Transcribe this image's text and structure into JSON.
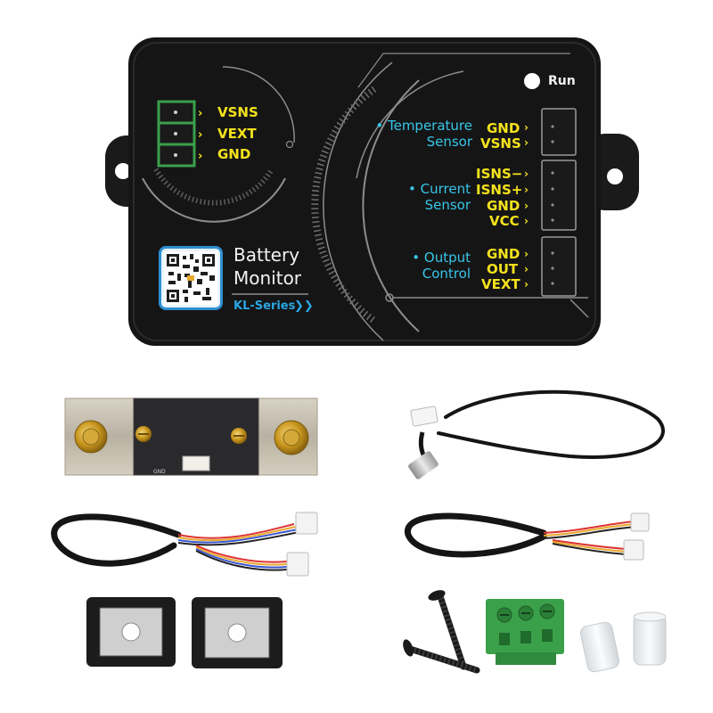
{
  "device": {
    "brand_line1": "Battery",
    "brand_line2": "Monitor",
    "series": "KL-Series",
    "series_arrows": "❯❯",
    "run_label": "Run"
  },
  "left_terminal": {
    "pins": [
      "VSNS",
      "VEXT",
      "GND"
    ]
  },
  "right_ports": {
    "temperature": {
      "name_line1": "• Temperature",
      "name_line2": "Sensor",
      "pins": [
        "GND",
        "VSNS"
      ]
    },
    "current": {
      "name_line1": "• Current",
      "name_line2": "Sensor",
      "pins": [
        "ISNS−",
        "ISNS+",
        "GND",
        "VCC"
      ]
    },
    "output": {
      "name_line1": "• Output",
      "name_line2": "Control",
      "pins": [
        "GND",
        "OUT",
        "VEXT"
      ]
    }
  },
  "colors": {
    "device_body": "#151516",
    "label_yellow": "#f4e21c",
    "label_cyan": "#38c6e8",
    "series_blue": "#2aa6e0",
    "terminal_green": "#3aa04a"
  },
  "accessories": [
    "shunt-resistor",
    "temperature-sensor-probe",
    "current-sensor-cable",
    "output-control-cable",
    "mounting-bracket",
    "mounting-bracket",
    "screws",
    "green-terminal-block",
    "plastic-spacers"
  ]
}
